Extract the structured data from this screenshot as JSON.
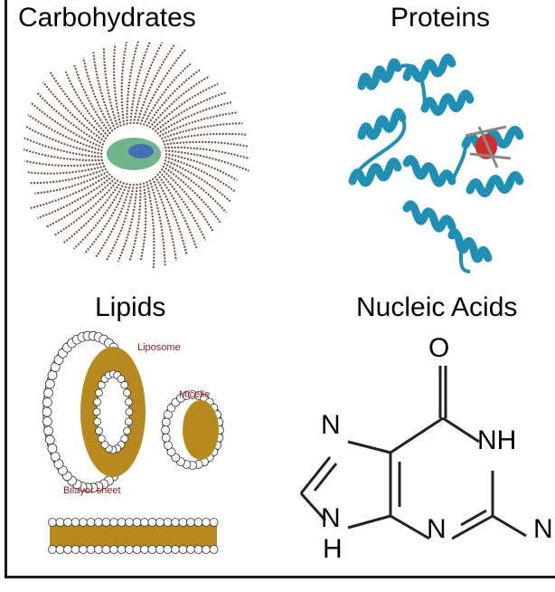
{
  "panels": {
    "carbohydrates": {
      "title": "Carbohydrates"
    },
    "proteins": {
      "title": "Proteins"
    },
    "lipids": {
      "title": "Lipids",
      "labels": {
        "liposome": "Liposome",
        "micelle": "Micelle",
        "bilayer": "Bilayer sheet"
      }
    },
    "nucleic_acids": {
      "title": "Nucleic Acids",
      "atoms": {
        "o": "O",
        "n7": "N",
        "nh": "NH",
        "n9": "N",
        "h9": "H",
        "n3": "N",
        "nh2": "N"
      }
    }
  },
  "colors": {
    "glycogen": "#6b4a3a",
    "protein": "#1f8fb3",
    "lipid_tail": "#b8891f",
    "label_red": "#8b1a1a"
  }
}
